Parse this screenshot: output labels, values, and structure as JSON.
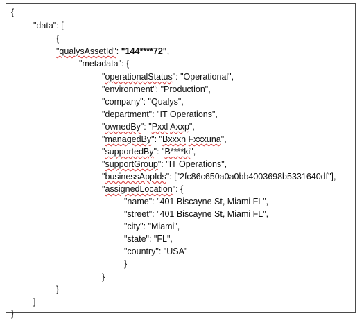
{
  "lines": {
    "l01": "{",
    "l02_key": "\"data\"",
    "l02_rest": ": [",
    "l03": "{",
    "l04_key": "\"qualysAssetId\"",
    "l04_sep": ": ",
    "l04_val": "\"144****72\"",
    "l04_end": ",",
    "l05": "\"metadata\": {",
    "l06_q": "\"",
    "l06_key": "operationalStatus",
    "l06_rest": "\": \"Operational\",",
    "l07": "\"environment\": \"Production\",",
    "l08": "\"company\": \"Qualys\",",
    "l09": "\"department\": \"IT Operations\",",
    "l10_a": "\"",
    "l10_key": "ownedBy",
    "l10_b": "\": \"",
    "l10_v1": "Pxxl",
    "l10_sp": " ",
    "l10_v2": "Axxp",
    "l10_c": "\",",
    "l11_a": "\"",
    "l11_key": "managedBy",
    "l11_b": "\": \"",
    "l11_v1": "Bxxxn",
    "l11_sp": " ",
    "l11_v2": "Fxxxuna",
    "l11_c": "\",",
    "l12_a": "\"",
    "l12_key": "supportedBy",
    "l12_b": "\": \"",
    "l12_v": "B****ki",
    "l12_c": "\",",
    "l13_a": "\"",
    "l13_key": "supportGroup",
    "l13_b": "\": \"IT Operations\",",
    "l14_a": "\"",
    "l14_key": "businessAppIds",
    "l14_b": "\": [\"",
    "l14_v": "2fc86c650a0a0bb4003698b5331640df",
    "l14_c": "\"],",
    "l15_a": "\"",
    "l15_key": "assignedLocation",
    "l15_b": "\": {",
    "l16": "\"name\": \"401 Biscayne St, Miami FL\",",
    "l17": "\"street\": \"401 Biscayne St, Miami FL\",",
    "l18": "\"city\": \"Miami\",",
    "l19": "\"state\": \"FL\",",
    "l20": "\"country\": \"USA\"",
    "l21": "}",
    "l22": "}",
    "l23": "}",
    "l24": "]",
    "l25": "}"
  },
  "colors": {
    "border": "#4a4a4a",
    "text": "#111111",
    "spellcheck_squiggle": "#d83b3b"
  }
}
